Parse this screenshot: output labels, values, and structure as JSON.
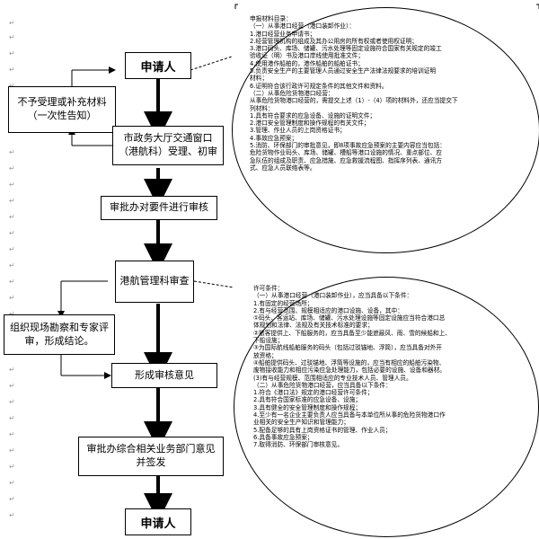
{
  "nodes": {
    "applicant_top": "申请人",
    "reject_or_supplement": "不予受理或补充材料（一次性告知）",
    "transport_window": "市政务大厅交通窗口（港航科）受理、初审",
    "approval_office_review": "审批办对要件进行审核",
    "port_shipping_review": "港航管理科审查",
    "site_survey": "组织现场勘察和专家评审，形成结论。",
    "form_opinion": "形成审核意见",
    "comprehensive_signoff": "审批办综合相关业务部门意见并签发",
    "applicant_bottom": "申请人"
  },
  "marks": {
    "return": "↵"
  },
  "materials_panel": {
    "lines": [
      "申报材料目录：",
      "（一）从事港口经营（港口装卸作业）：",
      "1.港口经营业务申请书；",
      "2.经营管理机构的组成及其办公用房的所有权或者使用权证明；",
      "3.港口码头、库场、储罐、污水处理等固定设施符合国家有关规定的竣工",
      "验收证（明）书及港口岸线使用批准文件；",
      "4.使用港作船舶的，港作船舶的船舶证书；",
      "5.负责安全生产的主要管理人员通过安全生产法律法规要求的培训证明",
      "材料；",
      "6.证明符合该行政许可规定条件的其他文件和资料。",
      "（二）从事危险货物港口经营：",
      "从事危险货物港口经营的，需提交上述（1）-（4）项的材料外，还应当提交下",
      "列材料：",
      "1.具有符合要求的应急设备、设施的证明文件；",
      "2.港口安全管理制度和操作规程的有关文件；",
      "3.管理、作业人员的上岗资格证书；",
      "4.事故应急预案；",
      "5.消防、环保部门的审批意见，即8项事故应急预案的主要内容应当包括：",
      "危险货物作业码头、库场、储罐、槽船等港口设施的情况、重点部位、应",
      "急队伍的组成及职责、应急措施、应急救援流程图、指挥序列表、通讯方",
      "式、应急人员联络表等。"
    ]
  },
  "conditions_panel": {
    "lines": [
      "许可条件：",
      "（一）从事港口经营（港口装卸作业），应当具备以下条件：",
      "1.有固定的经营场所；",
      "2.有与经营范围、规模相适应的港口设施、设备，其中：",
      "①码头、客运站、库场、储罐、污水处理设施等固定设施应当符合港口总",
      "体规划和法律、法规及有关技术标准的要求；",
      "②旅客提供上、下船服务的，应当具备至少能遮蔽风、雨、雪的候船和上、",
      "下船设施；",
      "③为国际航线船舶服务的码头（包括过驳锚地、浮筒），应当具备对外开",
      "放资格；",
      "④船舶提供码头、过驳锚地、浮筒等设施的，应当有相应的船舶污染物、",
      "废物接收能力和相应污染应急处理能力，包括必要的设施、设备和器材。",
      "(3)有与经营规模、范围相适应的专业技术人员、管理人员。",
      "（二）从事危险货物港口经营，应当具备以下条件：",
      "1.符合《港口法》规定的港口经营许可条件；",
      "2.具有符合国家标准的应急设备、设施；",
      "3.具有健全的安全管理制度和操作规程；",
      "4.至少有一名企业主要负责人应当具备与本单位所从事的危险货物港口作",
      "业相关的安全生产知识和管理能力；",
      "5.配备足够的具有上岗资格证书的管理、作业人员；",
      "6.具备事故应急预案；",
      "7.取得消防、环保部门审核意见。"
    ]
  },
  "icons": {
    "arrow": "arrow-down-icon",
    "bracket": "bracket-icon",
    "return_mark": "return-mark-icon"
  },
  "colors": {
    "line": "#000000",
    "mark": "#9a9a9a",
    "background": "#ffffff"
  }
}
